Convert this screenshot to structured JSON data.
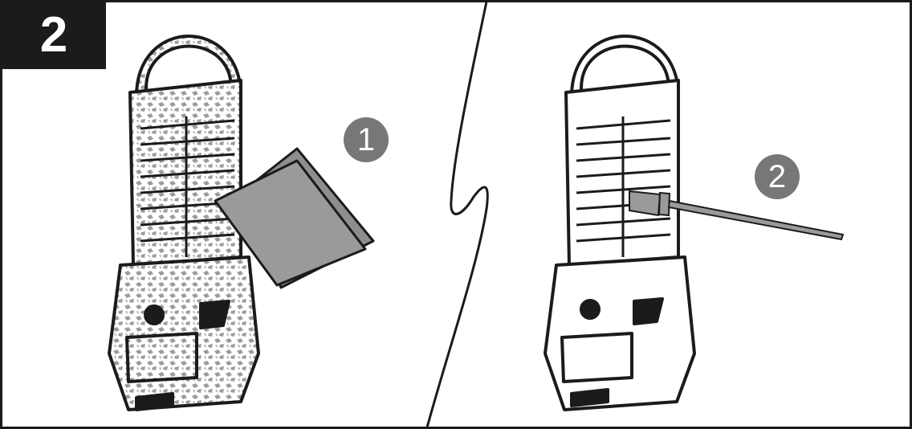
{
  "figure": {
    "step_number": "2",
    "panels": [
      {
        "id": "left",
        "badge": "1",
        "action": "wipe-with-cloth",
        "tool": "cloth-icon",
        "lantern_state": "dirty"
      },
      {
        "id": "right",
        "badge": "2",
        "action": "brush-grille",
        "tool": "brush-icon",
        "lantern_state": "clean"
      }
    ]
  },
  "colors": {
    "frame": "#1b1b1b",
    "step_box": "#1b1b1b",
    "badge": "#777777",
    "cloth": "#9a9a9a",
    "dirt": "#9c9c9c",
    "background": "#ffffff"
  }
}
